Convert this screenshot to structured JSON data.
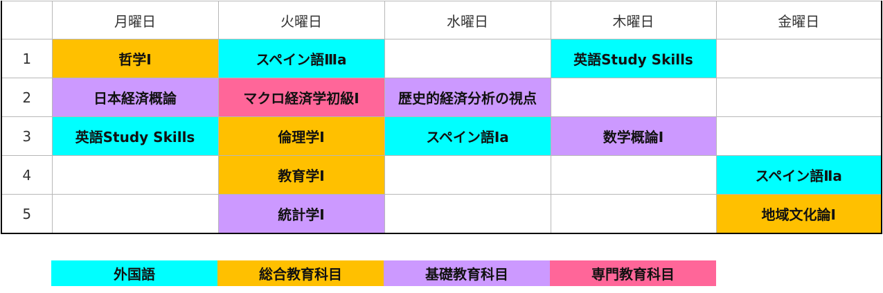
{
  "days": [
    "月曜日",
    "火曜日",
    "水曜日",
    "木曜日",
    "金曜日"
  ],
  "rows": [
    {
      "period": "1",
      "cells": [
        {
          "text": "哲学Ⅰ",
          "category": "gen"
        },
        {
          "text": "スペイン語Ⅲa",
          "category": "lang"
        },
        {
          "text": "",
          "category": ""
        },
        {
          "text": "英語Study Skills",
          "category": "lang"
        },
        {
          "text": "",
          "category": ""
        }
      ]
    },
    {
      "period": "2",
      "cells": [
        {
          "text": "日本経済概論",
          "category": "basic"
        },
        {
          "text": "マクロ経済学初級Ⅰ",
          "category": "major"
        },
        {
          "text": "歴史的経済分析の視点",
          "category": "basic"
        },
        {
          "text": "",
          "category": ""
        },
        {
          "text": "",
          "category": ""
        }
      ]
    },
    {
      "period": "3",
      "cells": [
        {
          "text": "英語Study Skills",
          "category": "lang"
        },
        {
          "text": "倫理学Ⅰ",
          "category": "gen"
        },
        {
          "text": "スペイン語Ⅰa",
          "category": "lang"
        },
        {
          "text": "数学概論Ⅰ",
          "category": "basic"
        },
        {
          "text": "",
          "category": ""
        }
      ]
    },
    {
      "period": "4",
      "cells": [
        {
          "text": "",
          "category": ""
        },
        {
          "text": "教育学Ⅰ",
          "category": "gen"
        },
        {
          "text": "",
          "category": ""
        },
        {
          "text": "",
          "category": ""
        },
        {
          "text": "スペイン語Ⅱa",
          "category": "lang"
        }
      ]
    },
    {
      "period": "5",
      "cells": [
        {
          "text": "",
          "category": ""
        },
        {
          "text": "統計学Ⅰ",
          "category": "basic"
        },
        {
          "text": "",
          "category": ""
        },
        {
          "text": "",
          "category": ""
        },
        {
          "text": "地域文化論Ⅰ",
          "category": "gen"
        }
      ]
    }
  ],
  "legend": [
    {
      "label": "外国語",
      "category": "lang",
      "color": "#00ffff"
    },
    {
      "label": "総合教育科目",
      "category": "gen",
      "color": "#ffc000"
    },
    {
      "label": "基礎教育科目",
      "category": "basic",
      "color": "#cc99ff"
    },
    {
      "label": "専門教育科目",
      "category": "major",
      "color": "#ff6699"
    }
  ]
}
